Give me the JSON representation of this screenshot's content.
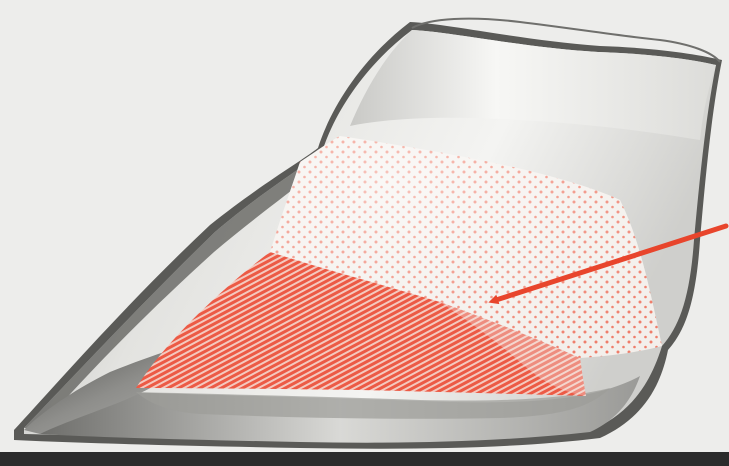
{
  "colors": {
    "background": "#ededeb",
    "hoof_light": "#f6f6f4",
    "hoof_shadow": "#8f8f8c",
    "hoof_dark": "#3e3e3c",
    "laminae_red": "#ec5a45",
    "dots_red": "#ef7d6a",
    "arrow_red": "#e8452c",
    "ground_line": "#2b2b2b"
  },
  "illustration": {
    "subject": "hoof-cross-section",
    "regions": [
      "hoof-capsule",
      "hoof-wall",
      "sole",
      "dotted-region",
      "striped-laminae-region",
      "arrow-pointer"
    ]
  }
}
